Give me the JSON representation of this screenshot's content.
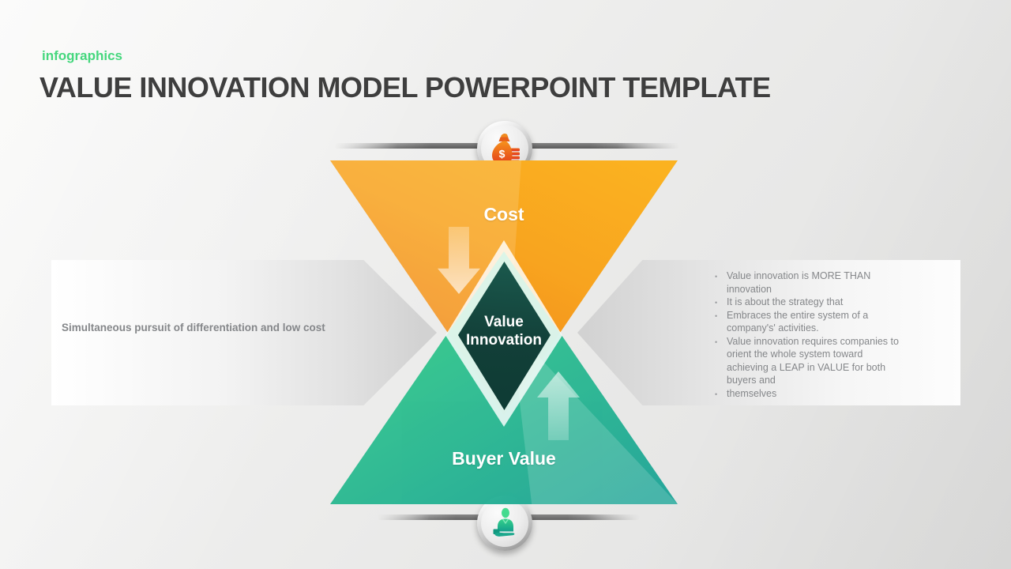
{
  "header": {
    "tag": "infographics",
    "title": "VALUE INNOVATION MODEL POWERPOINT TEMPLATE"
  },
  "diagram": {
    "top_triangle_label": "Cost",
    "bottom_triangle_label": "Buyer Value",
    "center_label_line1": "Value",
    "center_label_line2": "Innovation",
    "top_icon": "money-bag-icon",
    "top_icon_symbol": "$",
    "bottom_icon": "person-receiving-value-icon"
  },
  "left_banner": {
    "text": "Simultaneous pursuit of differentiation and low cost"
  },
  "right_banner": {
    "bullets": [
      "Value innovation is MORE THAN\ninnovation",
      "It is about the strategy that",
      "Embraces the entire system of a\ncompany's' activities.",
      "Value innovation requires companies to\norient the whole system toward\nachieving a LEAP in VALUE  for both\nbuyers and",
      "themselves"
    ]
  },
  "colors": {
    "accent_green": "#45d77d",
    "orange_triangle": "#f8a41f",
    "green_triangle": "#25bc8b",
    "center_diamond": "#123f38",
    "title_text": "#3e3e3e",
    "banner_text": "#85878a"
  }
}
